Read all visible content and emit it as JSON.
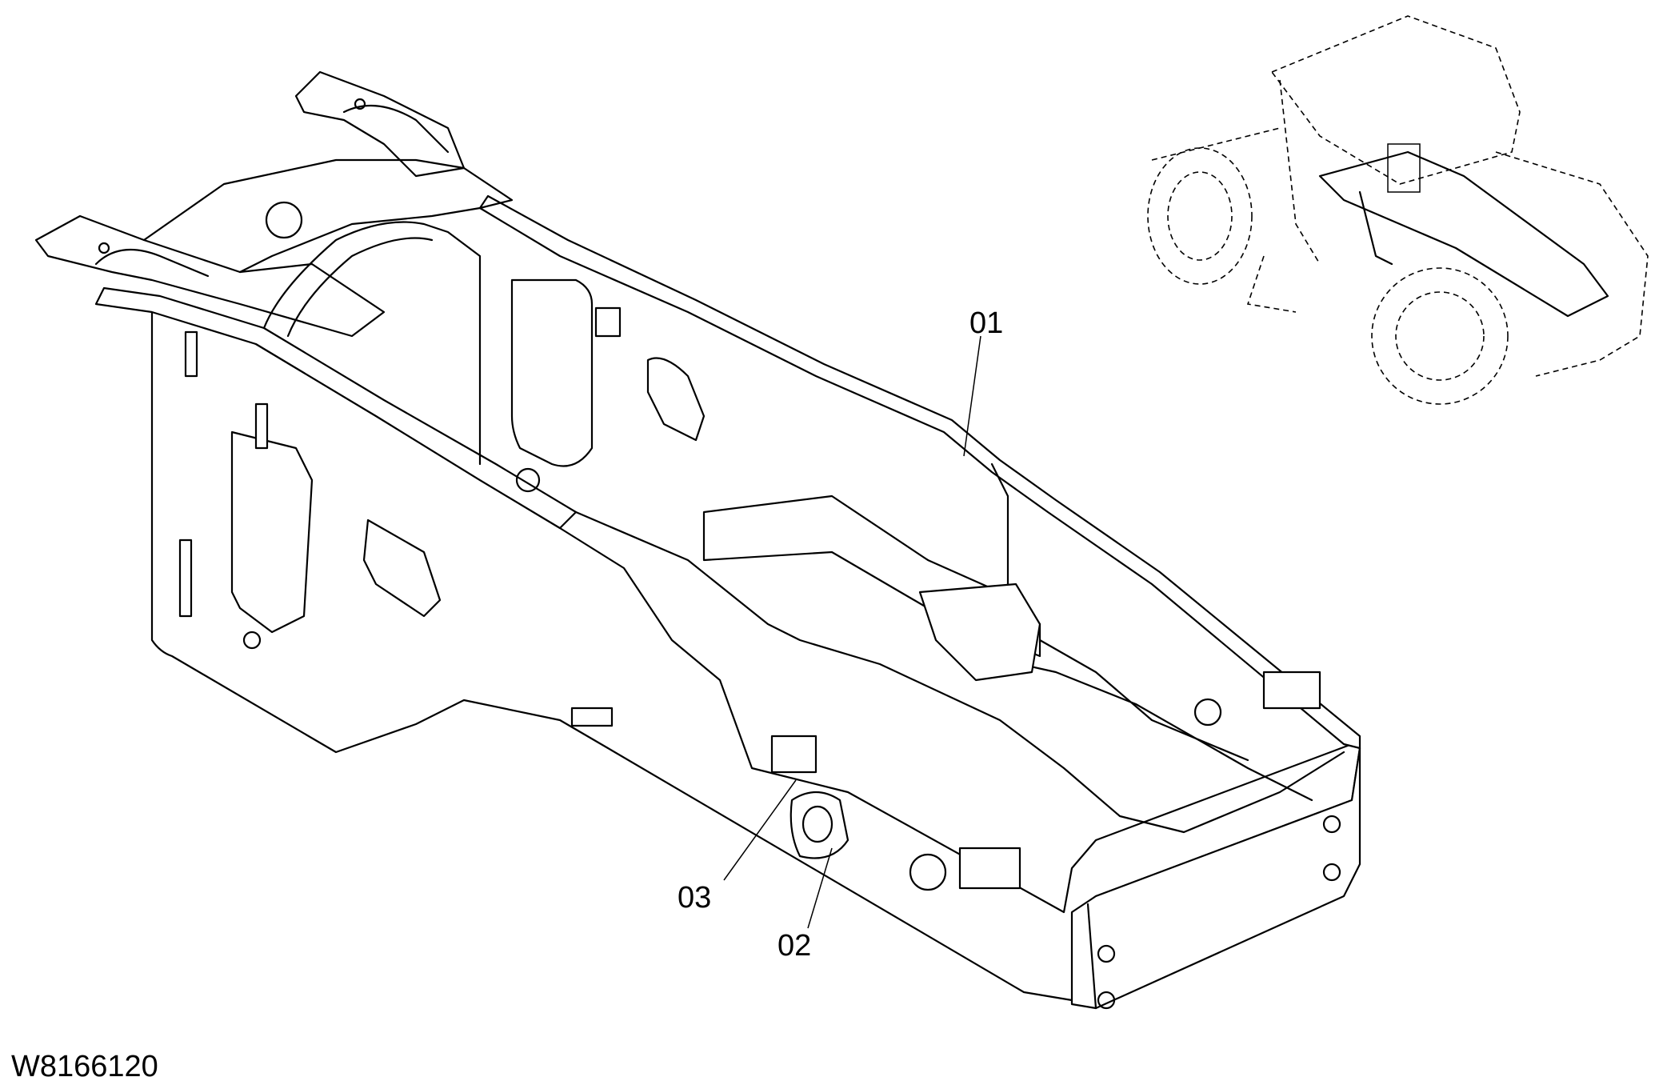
{
  "diagram": {
    "callouts": [
      {
        "id": "01",
        "label": "01"
      },
      {
        "id": "02",
        "label": "02"
      },
      {
        "id": "03",
        "label": "03"
      }
    ],
    "figure_id": "W8166120"
  }
}
